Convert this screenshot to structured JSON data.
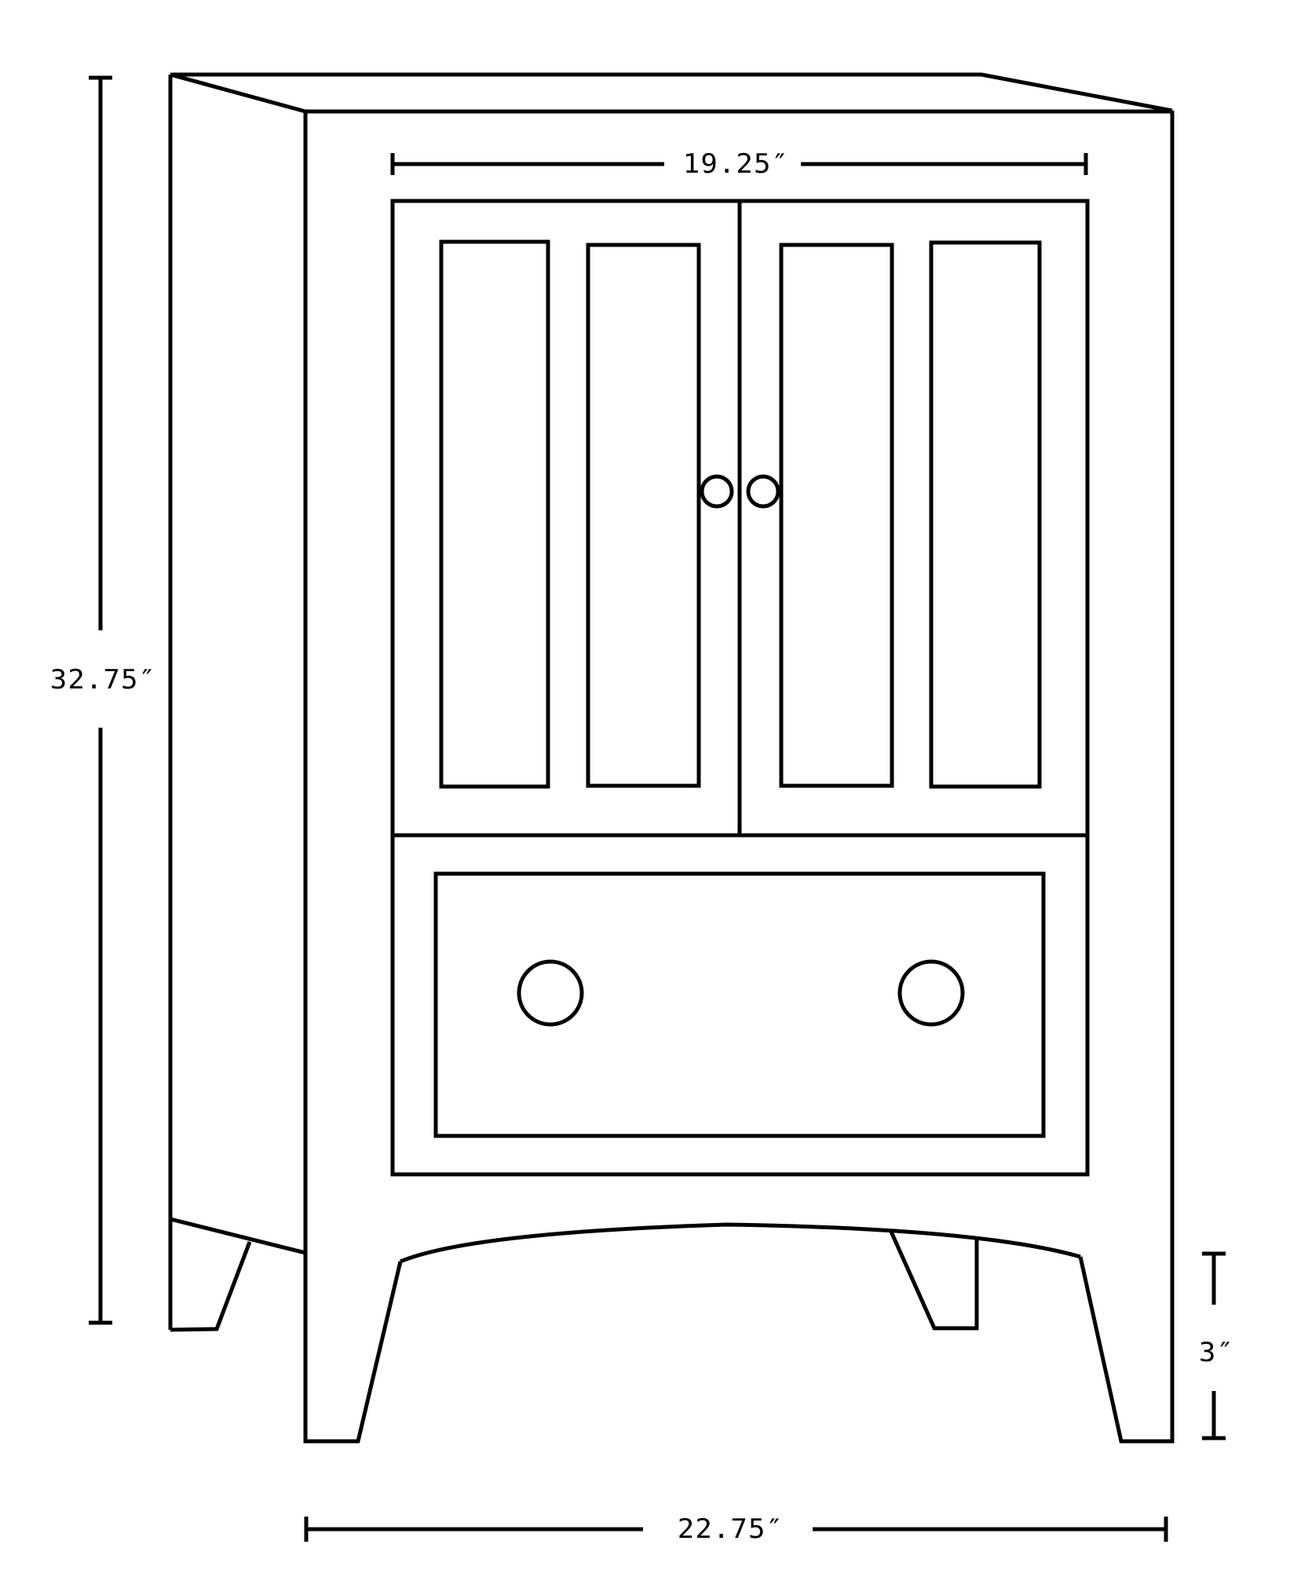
{
  "diagram": {
    "subject": "Two-door cabinet with bottom drawer",
    "line_color": "#000000",
    "background_color": "#ffffff"
  },
  "dimensions": {
    "height": {
      "label": "32.75″",
      "orientation": "vertical"
    },
    "inner_width": {
      "label": "19.25″",
      "orientation": "horizontal"
    },
    "overall_width": {
      "label": "22.75″",
      "orientation": "horizontal"
    },
    "leg_height": {
      "label": "3″",
      "orientation": "vertical"
    }
  },
  "parts": {
    "doors": 2,
    "door_panels": 4,
    "door_knobs": 2,
    "drawers": 1,
    "drawer_knobs": 2,
    "legs_visible": 4
  }
}
